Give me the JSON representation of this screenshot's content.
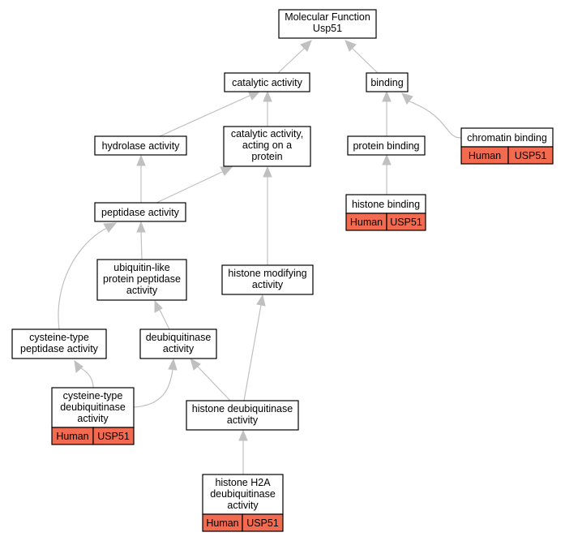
{
  "nodes": {
    "root": [
      "Molecular Function",
      "Usp51"
    ],
    "catalytic": [
      "catalytic activity"
    ],
    "binding": [
      "binding"
    ],
    "hydrolase": [
      "hydrolase activity"
    ],
    "catalytic_protein": [
      "catalytic activity,",
      "acting on a",
      "protein"
    ],
    "protein_binding": [
      "protein binding"
    ],
    "chromatin_binding": [
      "chromatin binding"
    ],
    "histone_binding": [
      "histone binding"
    ],
    "peptidase": [
      "peptidase activity"
    ],
    "ubiquitin_like": [
      "ubiquitin-like",
      "protein peptidase",
      "activity"
    ],
    "histone_modifying": [
      "histone modifying",
      "activity"
    ],
    "cysteine_peptidase": [
      "cysteine-type",
      "peptidase activity"
    ],
    "deubiquitinase": [
      "deubiquitinase",
      "activity"
    ],
    "cysteine_deubiquitinase": [
      "cysteine-type",
      "deubiquitinase",
      "activity"
    ],
    "histone_deubiquitinase": [
      "histone deubiquitinase",
      "activity"
    ],
    "histone_h2a": [
      "histone H2A",
      "deubiquitinase",
      "activity"
    ]
  },
  "annotations": {
    "chromatin_binding": [
      "Human",
      "USP51"
    ],
    "histone_binding": [
      "Human",
      "USP51"
    ],
    "cysteine_deubiquitinase": [
      "Human",
      "USP51"
    ],
    "histone_h2a": [
      "Human",
      "USP51"
    ]
  },
  "colors": {
    "annotation_fill": "#f26a4f",
    "edge": "#c0c0c0"
  }
}
